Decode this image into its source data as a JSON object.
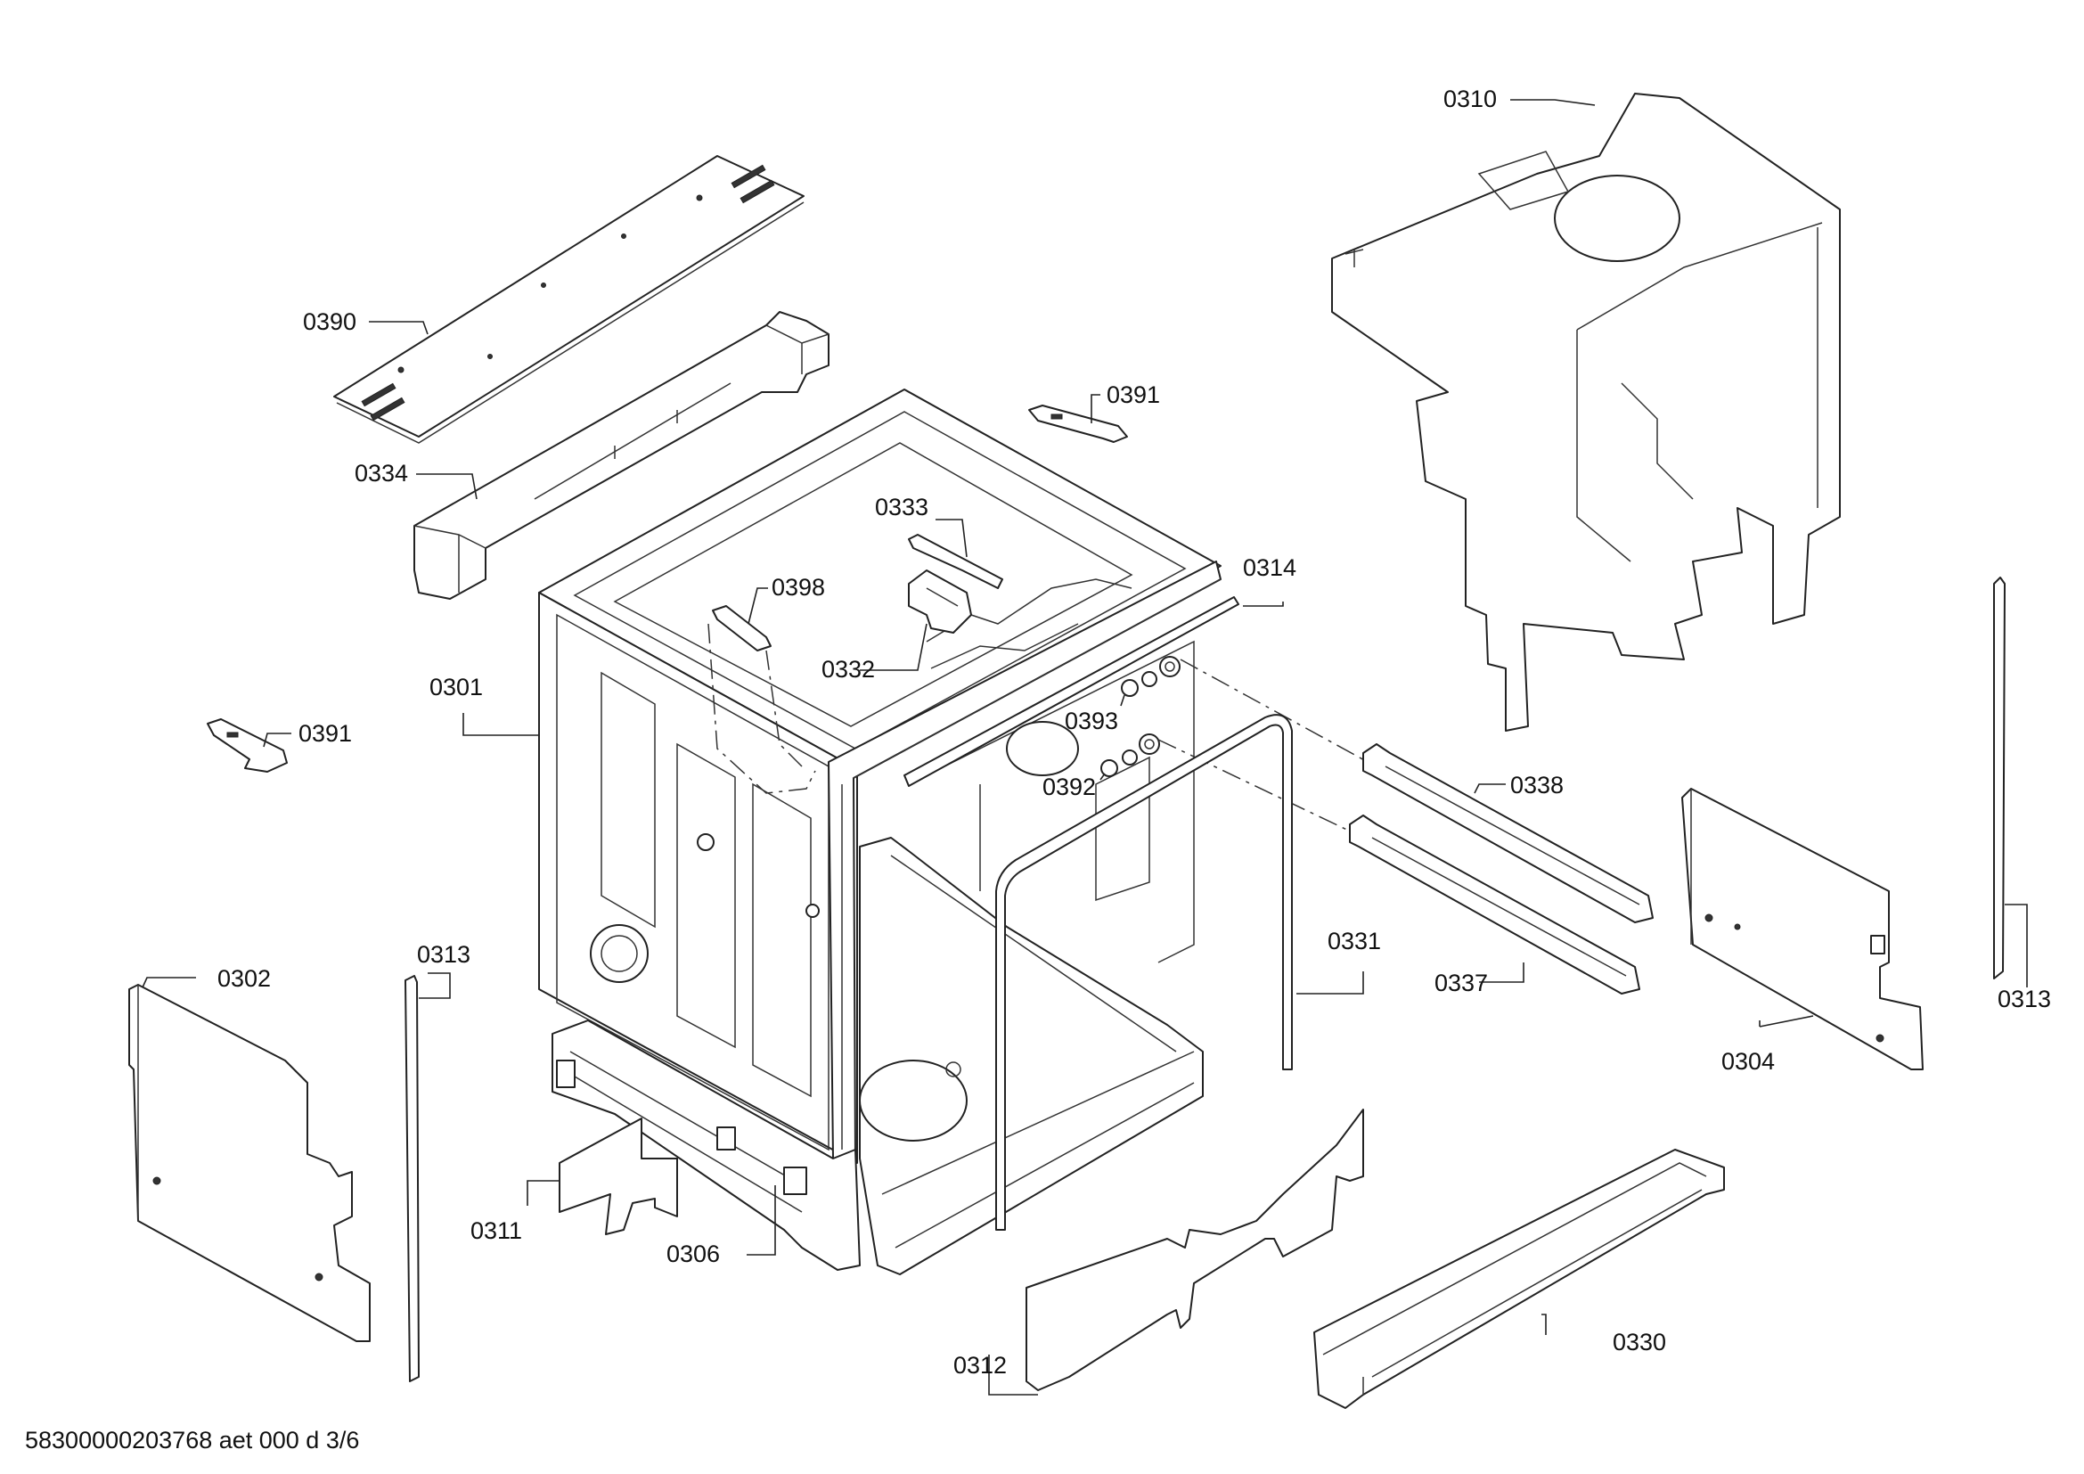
{
  "footer": {
    "document_id": "58300000203768 aet 000 d 3/6"
  },
  "callouts": {
    "c0310": "0310",
    "c0390": "0390",
    "c0391a": "0391",
    "c0391b": "0391",
    "c0334": "0334",
    "c0333": "0333",
    "c0398": "0398",
    "c0314": "0314",
    "c0332": "0332",
    "c0301": "0301",
    "c0393": "0393",
    "c0392": "0392",
    "c0338": "0338",
    "c0313a": "0313",
    "c0313b": "0313",
    "c0302": "0302",
    "c0331": "0331",
    "c0337": "0337",
    "c0304": "0304",
    "c0311": "0311",
    "c0306": "0306",
    "c0330": "0330",
    "c0312": "0312"
  }
}
